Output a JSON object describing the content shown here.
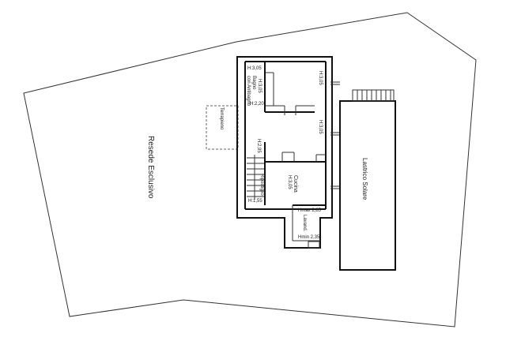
{
  "colors": {
    "line": "#111111",
    "text": "#222222",
    "background": "#ffffff"
  },
  "labels": {
    "garden": "Resede Esclusivo",
    "terrain": "Terrapieno",
    "solar": "Lastrico Solare",
    "h_305_a": "H:3,05",
    "h_305_b": "H:3,05",
    "h_305_c": "H:3,05",
    "h_305_d": "H:3,05",
    "bath_line1": "Bagno",
    "bath_line2": "con Antibagno",
    "h_220": "H:2,20",
    "h_295": "H:2,95",
    "kitchen": "Cucina",
    "kitchen_h": "H:3,05",
    "storage": "Ripostiglio",
    "h_155": "H:1,55",
    "hmax": "Hmax 2,85",
    "laundry": "Lavand.",
    "hmin": "Hmin 2,35"
  }
}
